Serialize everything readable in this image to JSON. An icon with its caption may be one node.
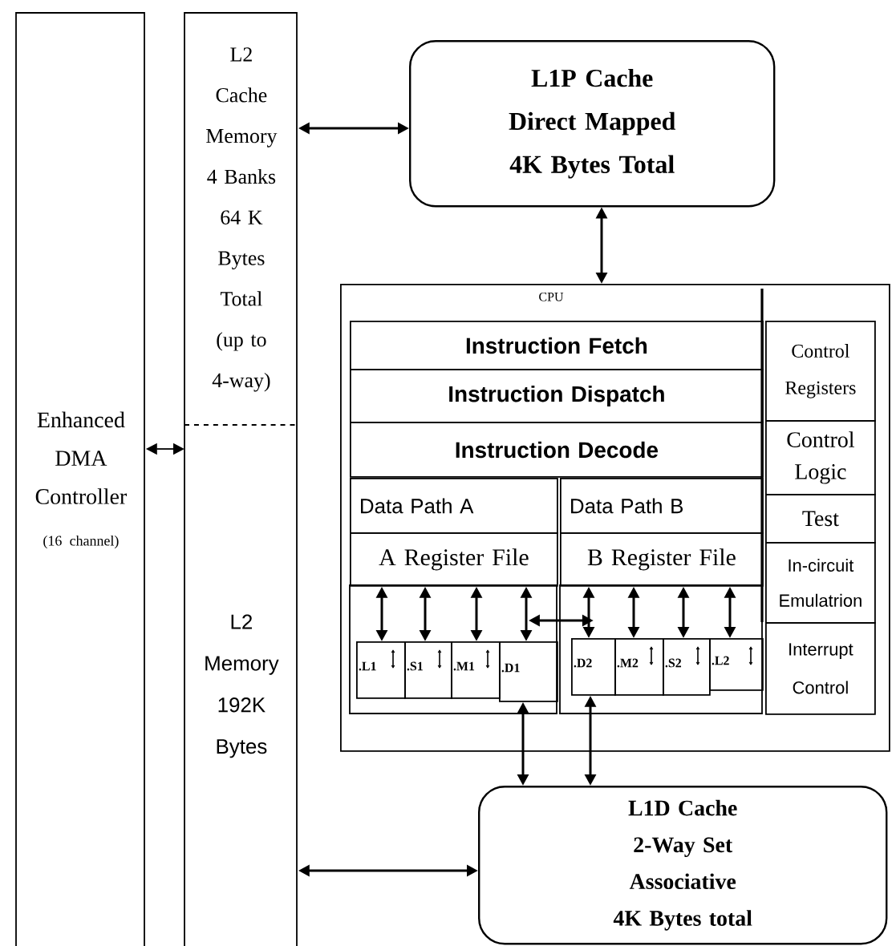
{
  "diagram": {
    "nodes": [
      {
        "text": [
          "Enhanced DMA Controller",
          "(16 channel)"
        ]
      },
      {
        "text": [
          "L2 Cache Memory 4 Banks 64 K Bytes Total (up to 4-way)"
        ]
      },
      {
        "text": [
          "L2 Memory 192K Bytes"
        ]
      },
      {
        "text": [
          "L1P Cache Direct Mapped 4K Bytes Total"
        ]
      },
      {
        "text": [
          "CPU"
        ]
      },
      {
        "text": [
          "Instruction Fetch"
        ],
        "in": 4
      },
      {
        "text": [
          "Instruction Dispatch"
        ],
        "in": 4
      },
      {
        "text": [
          "Instruction Decode"
        ],
        "in": 4
      },
      {
        "text": [
          "Data Path A"
        ],
        "in": 4
      },
      {
        "text": [
          "A Register File"
        ],
        "in": 4
      },
      {
        "text": [
          "Data Path B"
        ],
        "in": 4
      },
      {
        "text": [
          "B Register File"
        ],
        "in": 4
      },
      {
        "text": [
          ".L1"
        ],
        "in": 4
      },
      {
        "text": [
          ".S1"
        ],
        "in": 4
      },
      {
        "text": [
          ".M1"
        ],
        "in": 4
      },
      {
        "text": [
          ".D1"
        ],
        "in": 4
      },
      {
        "text": [
          ".D2"
        ],
        "in": 4
      },
      {
        "text": [
          ".M2"
        ],
        "in": 4
      },
      {
        "text": [
          ".S2"
        ],
        "in": 4
      },
      {
        "text": [
          ".L2"
        ],
        "in": 4
      },
      {
        "text": [
          "Control Registers"
        ],
        "in": 4
      },
      {
        "text": [
          "Control Logic"
        ],
        "in": 4
      },
      {
        "text": [
          "Test"
        ],
        "in": 4
      },
      {
        "text": [
          "In-circuit Emulatrion"
        ],
        "in": 4
      },
      {
        "text": [
          "Interrupt Control"
        ],
        "in": 4
      },
      {
        "text": [
          "L1D Cache 2-Way Set Associative 4K Bytes total"
        ]
      }
    ],
    "edges": [
      {
        "from": 1,
        "to": 3,
        "arrow": "both"
      },
      {
        "from": 3,
        "to": 4,
        "arrow": "both"
      },
      {
        "from": 0,
        "to": 2,
        "arrow": "both"
      },
      {
        "from": 2,
        "to": 25,
        "arrow": "both"
      },
      {
        "from": 9,
        "to": 12,
        "arrow": "both"
      },
      {
        "from": 9,
        "to": 13,
        "arrow": "both"
      },
      {
        "from": 9,
        "to": 14,
        "arrow": "both"
      },
      {
        "from": 9,
        "to": 15,
        "arrow": "both"
      },
      {
        "from": 11,
        "to": 16,
        "arrow": "both"
      },
      {
        "from": 11,
        "to": 17,
        "arrow": "both"
      },
      {
        "from": 11,
        "to": 18,
        "arrow": "both"
      },
      {
        "from": 11,
        "to": 19,
        "arrow": "both"
      },
      {
        "from": 15,
        "to": 16,
        "arrow": "both"
      },
      {
        "from": 15,
        "to": 25,
        "arrow": "both"
      },
      {
        "from": 16,
        "to": 25,
        "arrow": "both"
      }
    ]
  }
}
